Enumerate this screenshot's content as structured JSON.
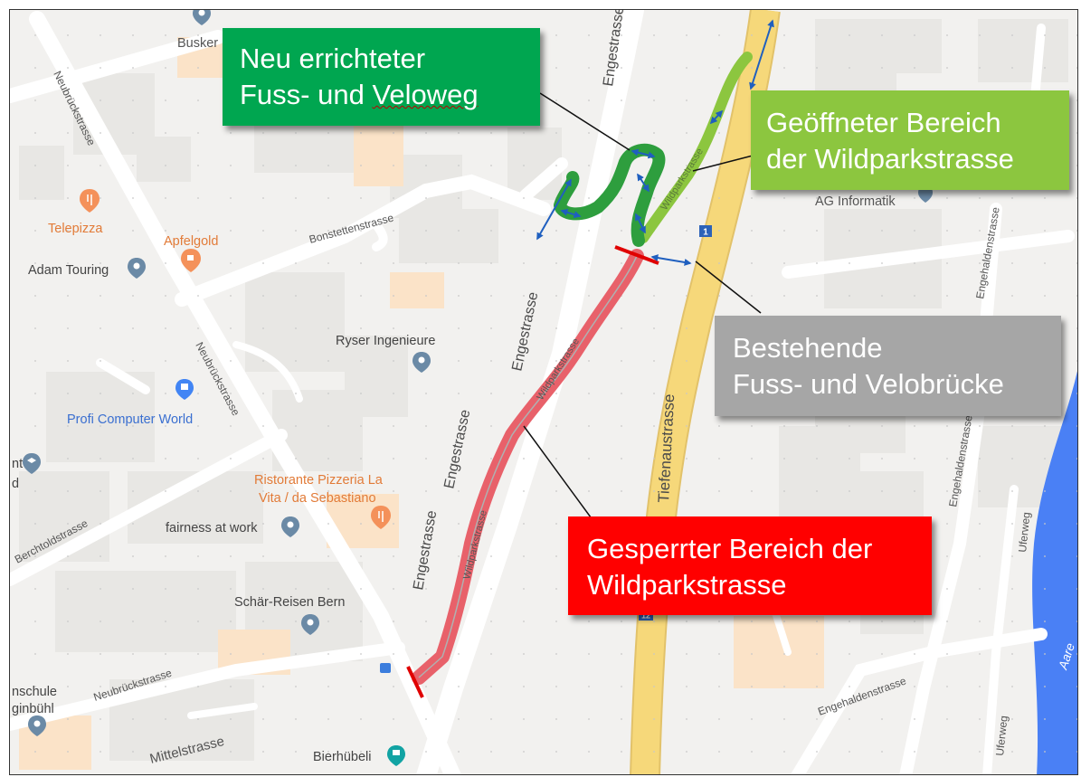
{
  "colors": {
    "new_path": "#00a650",
    "open_area": "#8cc63f",
    "existing_bridge": "#a6a6a6",
    "closed_area": "#ff0000",
    "closed_route": "#e8616a",
    "open_route": "#5cc05c",
    "highway": "#f6d87a",
    "river": "#4a80f5",
    "arrow": "#1f5fbf"
  },
  "callouts": {
    "new_path": {
      "line1": "Neu errichteter",
      "line2_a": "Fuss- und ",
      "line2_b": "Veloweg"
    },
    "open_area": {
      "line1": "Geöffneter Bereich",
      "line2": "der Wildparkstrasse"
    },
    "existing_bridge": {
      "line1": "Bestehende",
      "line2": "Fuss- und Velobrücke"
    },
    "closed_area": {
      "line1": "Gesperrter Bereich der",
      "line2": "Wildparkstrasse"
    }
  },
  "streets": {
    "engestrasse": "Engestrasse",
    "neubrueckstrasse": "Neubrückstrasse",
    "bonstettenstrasse": "Bonstettenstrasse",
    "berchtoldstrasse": "Berchtoldstrasse",
    "mittelstrasse": "Mittelstrasse",
    "tiefenaustrasse": "Tiefenaustrasse",
    "wildparkstrasse": "Wildparkstrasse",
    "engehaldenstrasse": "Engehaldenstrasse",
    "uferweg": "Uferweg",
    "aare": "Aare"
  },
  "pois": {
    "busker": "Busker",
    "telepizza": "Telepizza",
    "apfelgold": "Apfelgold",
    "adam_touring": "Adam Touring",
    "ryser": "Ryser Ingenieure",
    "profi": "Profi Computer World",
    "ristorante_line1": "Ristorante Pizzeria La",
    "ristorante_line2": "Vita / da Sebastiano",
    "fairness": "fairness at work",
    "schaer": "Schär-Reisen Bern",
    "ag_informatik": "AG Informatik",
    "bierhuebeli": "Bierhübeli",
    "schule_line1": "nschule",
    "schule_line2": "ginbühl",
    "left_partial_1": "nt",
    "left_partial_2": "d"
  },
  "route_badges": {
    "top": "1",
    "bottom": "12"
  }
}
